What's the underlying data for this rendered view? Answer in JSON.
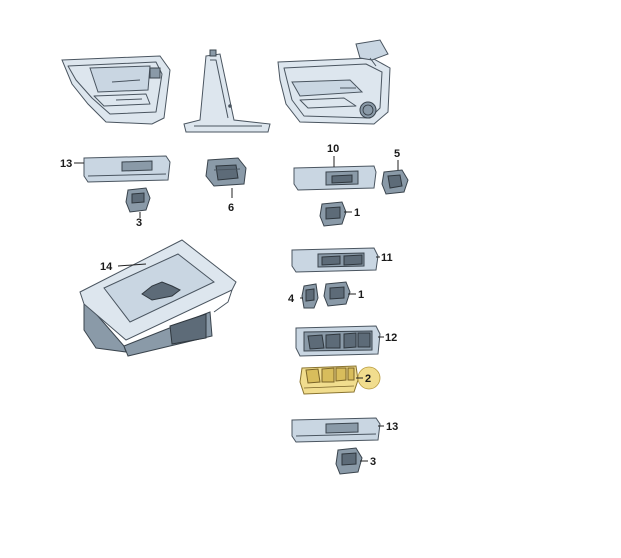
{
  "diagram": {
    "callouts": {
      "c1a": "1",
      "c1b": "1",
      "c2": "2",
      "c3a": "3",
      "c3b": "3",
      "c4": "4",
      "c5": "5",
      "c6": "6",
      "c10": "10",
      "c11": "11",
      "c12": "12",
      "c13a": "13",
      "c13b": "13",
      "c14": "14"
    },
    "colors": {
      "part_fill": "#c9d6e2",
      "part_stroke": "#4a5560",
      "highlight_fill": "#f1dd8e",
      "callout_text": "#1a1a1a"
    },
    "highlighted_part": "2"
  }
}
